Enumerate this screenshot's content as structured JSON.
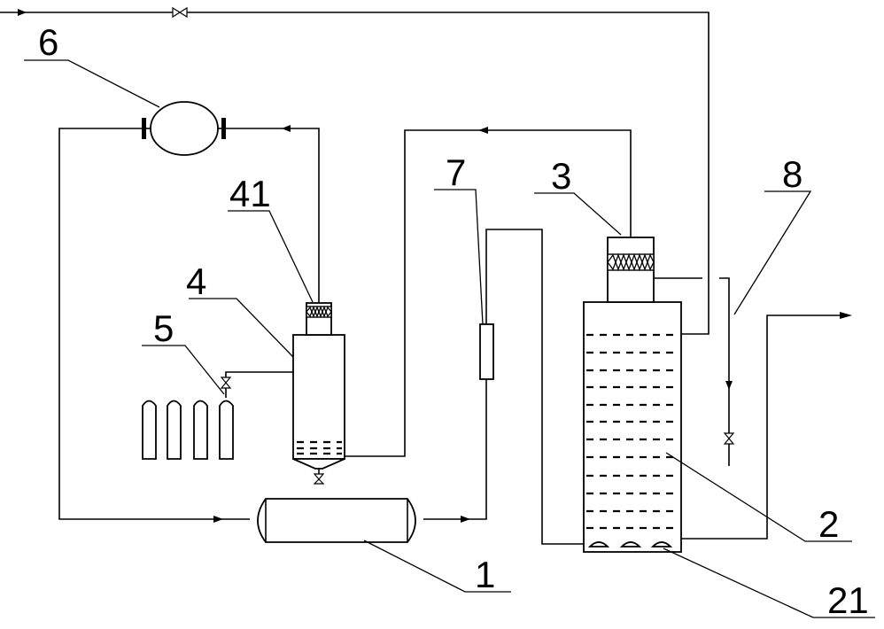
{
  "labels": {
    "l1": "1",
    "l2": "2",
    "l21": "21",
    "l3": "3",
    "l4": "4",
    "l41": "41",
    "l5": "5",
    "l6": "6",
    "l7": "7",
    "l8": "8"
  }
}
